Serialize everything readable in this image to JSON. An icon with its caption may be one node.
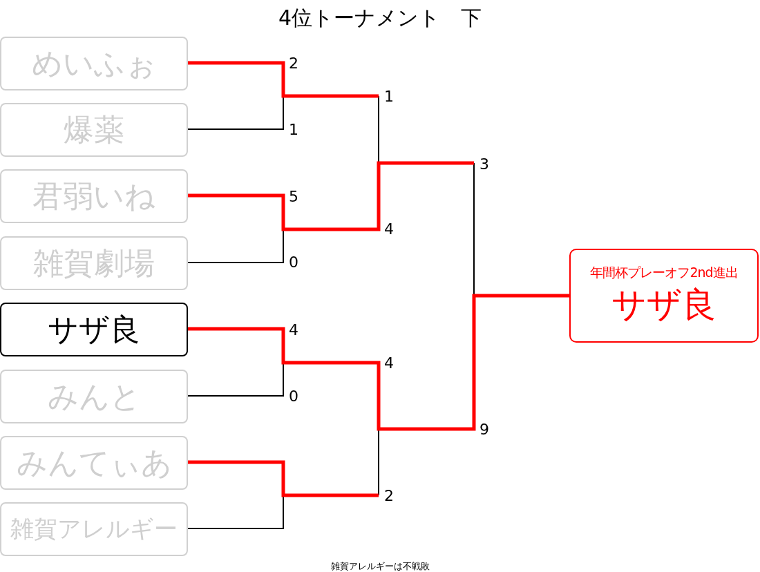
{
  "diagram": {
    "title": "4位トーナメント　下",
    "caption": "雑賀アレルギーは不戦敗",
    "nodes": [
      {
        "text": [
          "めいふぉ"
        ]
      },
      {
        "text": [
          "爆薬"
        ]
      },
      {
        "text": [
          "君弱いね"
        ]
      },
      {
        "text": [
          "雑賀劇場"
        ]
      },
      {
        "text": [
          "サザ良"
        ]
      },
      {
        "text": [
          "みんと"
        ]
      },
      {
        "text": [
          "みんてぃあ"
        ]
      },
      {
        "text": [
          "雑賀アレルギー"
        ]
      },
      {
        "text": [
          "年間杯プレーオフ2nd進出",
          "サザ良"
        ]
      }
    ],
    "labels": [
      "2",
      "1",
      "1",
      "3",
      "5",
      "4",
      "0",
      "4",
      "4",
      "0",
      "9",
      "2"
    ]
  }
}
